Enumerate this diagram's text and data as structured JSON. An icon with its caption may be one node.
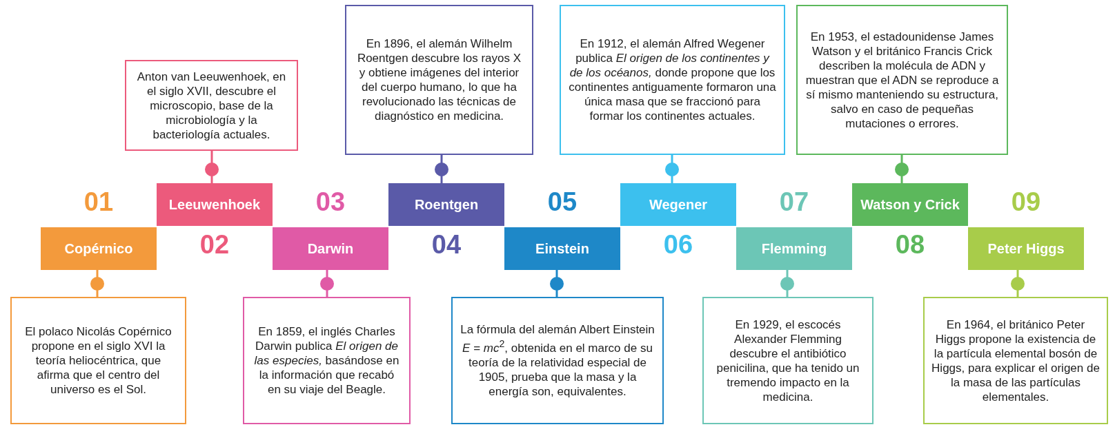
{
  "diagram": {
    "nodes": [
      {
        "text": [
          "Copérnico"
        ],
        "beside": [
          "01"
        ]
      },
      {
        "text": [
          "El polaco Nicolás Copérnico propone en el siglo XVI la teoría heliocéntrica, que afirma que el centro del universo es el Sol."
        ]
      },
      {
        "text": [
          "Leeuwenhoek"
        ],
        "beside": [
          "02"
        ]
      },
      {
        "text": [
          "Anton van Leeuwenhoek, en el siglo XVII, descubre el microscopio, base de la microbiología y la bacteriología actuales."
        ]
      },
      {
        "text": [
          "Darwin"
        ],
        "beside": [
          "03"
        ]
      },
      {
        "text": [
          "En 1859, el inglés Charles Darwin publica *El origen de las especies,* basándose en la información que recabó en su viaje del Beagle."
        ]
      },
      {
        "text": [
          "Roentgen"
        ],
        "beside": [
          "04"
        ]
      },
      {
        "text": [
          "En 1896, el alemán Wilhelm Roentgen descubre los rayos X y obtiene imágenes del interior del cuerpo humano, lo que ha revolucionado las técnicas de diagnóstico en medicina."
        ]
      },
      {
        "text": [
          "Einstein"
        ],
        "beside": [
          "05"
        ]
      },
      {
        "text": [
          "La fórmula del alemán Albert Einstein *E* = *mc*$^{2}$, obtenida en el marco de su teoría de la relatividad especial de 1905, prueba que la masa y la energía son, equivalentes."
        ]
      },
      {
        "text": [
          "Wegener"
        ],
        "beside": [
          "06"
        ]
      },
      {
        "text": [
          "En 1912, el alemán Alfred Wegener publica *El origen de los continentes y de los océanos,* donde propone que los continentes antiguamente formaron una única masa que se fraccionó para formar los continentes actuales."
        ]
      },
      {
        "text": [
          "Flemming"
        ],
        "beside": [
          "07"
        ]
      },
      {
        "text": [
          "En 1929, el escocés Alexander Flemming descubre el antibiótico penicilina, que ha tenido un tremendo impacto en la medicina."
        ]
      },
      {
        "text": [
          "Watson y Crick"
        ],
        "beside": [
          "08"
        ]
      },
      {
        "text": [
          "En 1953, el estadounidense James Watson y el británico Francis Crick describen la molécula de ADN y muestran que el ADN se reproduce a sí mismo manteniendo su estructura, salvo en caso de pequeñas mutaciones o errores."
        ]
      },
      {
        "text": [
          "Peter Higgs"
        ],
        "beside": [
          "09"
        ]
      },
      {
        "text": [
          "En 1964, el británico Peter Higgs propone la existencia de la partícula elemental bosón de Higgs, para explicar el origen de la masa de las partículas elementales."
        ]
      }
    ],
    "edges": [
      {
        "from": 1,
        "to": 0,
        "arrow": "other",
        "color": "#f39a3c"
      },
      {
        "from": 3,
        "to": 2,
        "arrow": "other",
        "color": "#ec5a7c"
      },
      {
        "from": 5,
        "to": 4,
        "arrow": "other",
        "color": "#e05aa6"
      },
      {
        "from": 7,
        "to": 6,
        "arrow": "other",
        "color": "#5a5aa8"
      },
      {
        "from": 9,
        "to": 8,
        "arrow": "other",
        "color": "#1e88c8"
      },
      {
        "from": 11,
        "to": 10,
        "arrow": "other",
        "color": "#3cc0ee"
      },
      {
        "from": 13,
        "to": 12,
        "arrow": "other",
        "color": "#6cc6b6"
      },
      {
        "from": 15,
        "to": 14,
        "arrow": "other",
        "color": "#5cb85c"
      },
      {
        "from": 17,
        "to": 16,
        "arrow": "other",
        "color": "#a8cc4a"
      }
    ]
  }
}
